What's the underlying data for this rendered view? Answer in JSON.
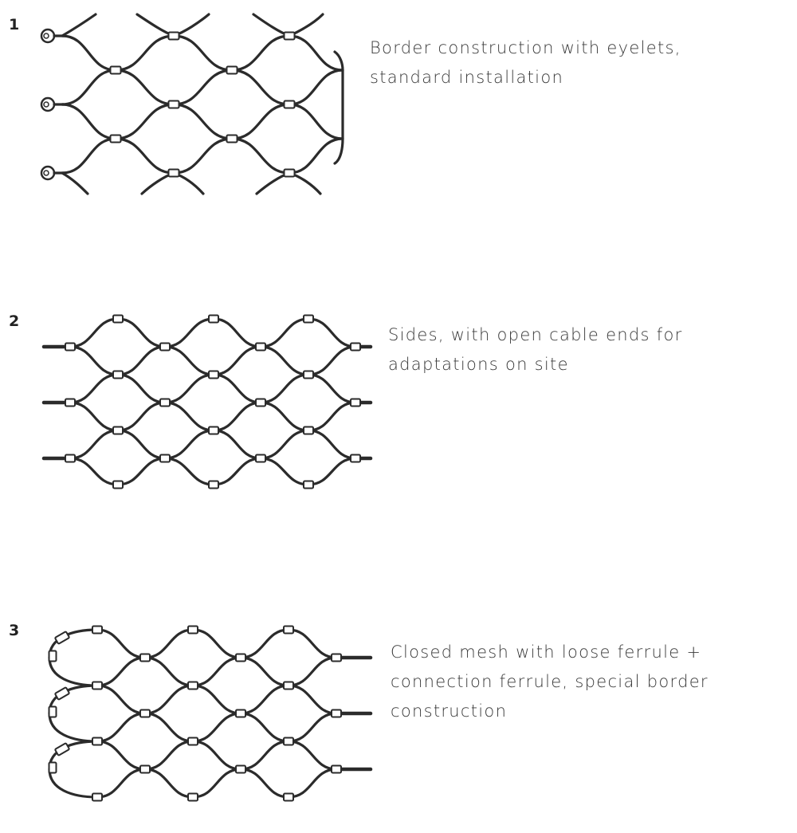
{
  "items": [
    {
      "number": "1",
      "caption_lines": [
        "Border construction with eyelets,",
        "standard installation"
      ]
    },
    {
      "number": "2",
      "caption_lines": [
        "Sides, with open cable ends for",
        "adaptations on site"
      ]
    },
    {
      "number": "3",
      "caption_lines": [
        "Closed mesh with loose ferrule +",
        "connection ferrule, special border",
        "construction"
      ]
    }
  ],
  "colors": {
    "cable": "#2b2b2b",
    "ferrule": "#ffffff",
    "text": "#3a3a3a"
  }
}
